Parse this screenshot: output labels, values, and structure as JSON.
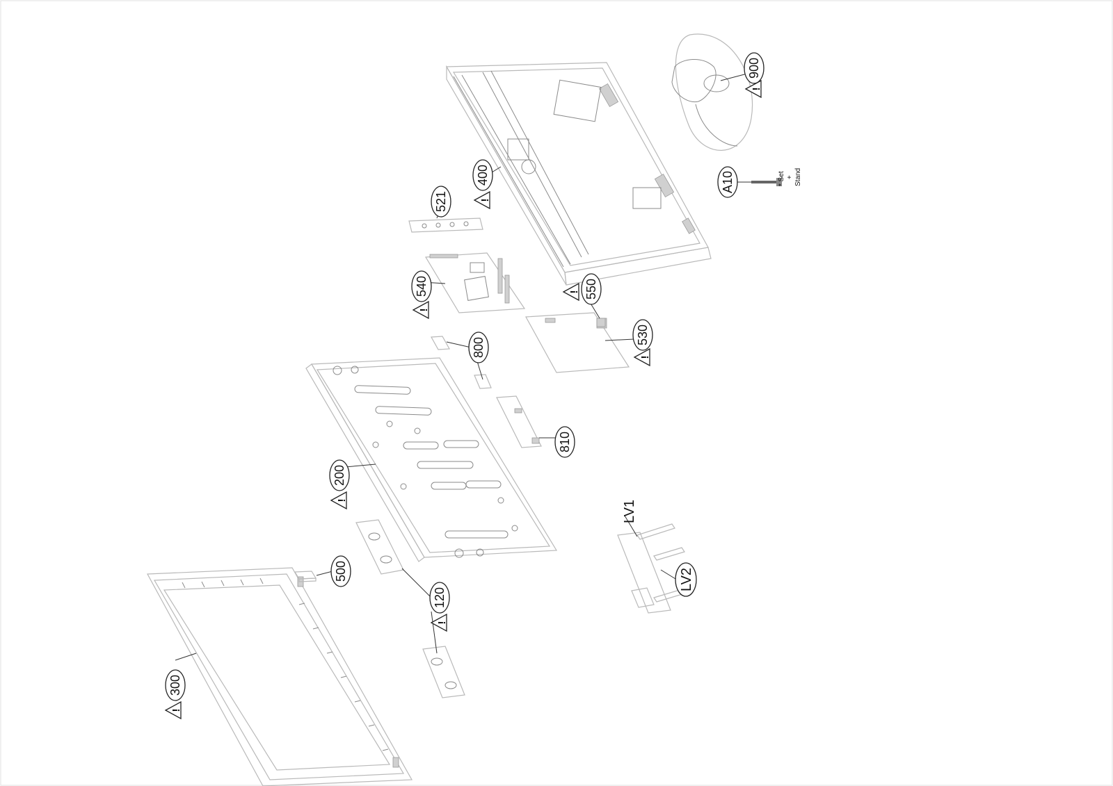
{
  "callouts": {
    "c300": "300",
    "c500": "500",
    "c120": "120",
    "c200": "200",
    "c810": "810",
    "c800": "800",
    "c530": "530",
    "c540": "540",
    "c550": "550",
    "c521": "521",
    "c400": "400",
    "c900": "900",
    "cA10": "A10"
  },
  "cable_labels": {
    "lv1": "LV1",
    "lv2": "LV2"
  },
  "warning_symbol": "!",
  "screw_note": {
    "line1": "* Set",
    "line2": "+",
    "line3": "Stand"
  }
}
